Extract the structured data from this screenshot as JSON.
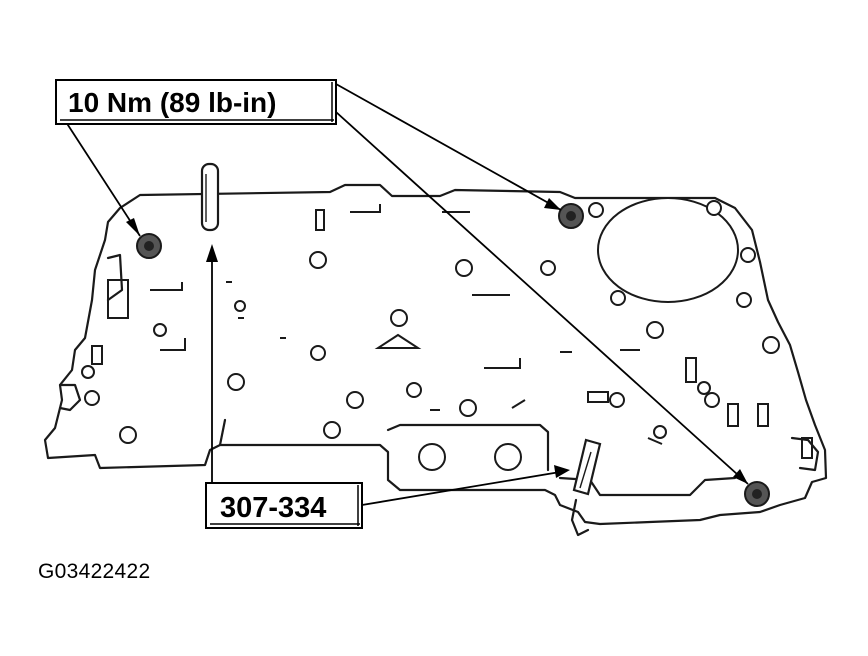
{
  "callouts": {
    "torque_label": "10 Nm (89 lb-in)",
    "tool_label": "307-334"
  },
  "figure_id": "G03422422",
  "icons": [
    "bolt-icon",
    "alignment-pin-icon"
  ],
  "colors": {
    "ink": "#1a1a1a",
    "bolt_fill": "#555555",
    "background": "#ffffff"
  }
}
